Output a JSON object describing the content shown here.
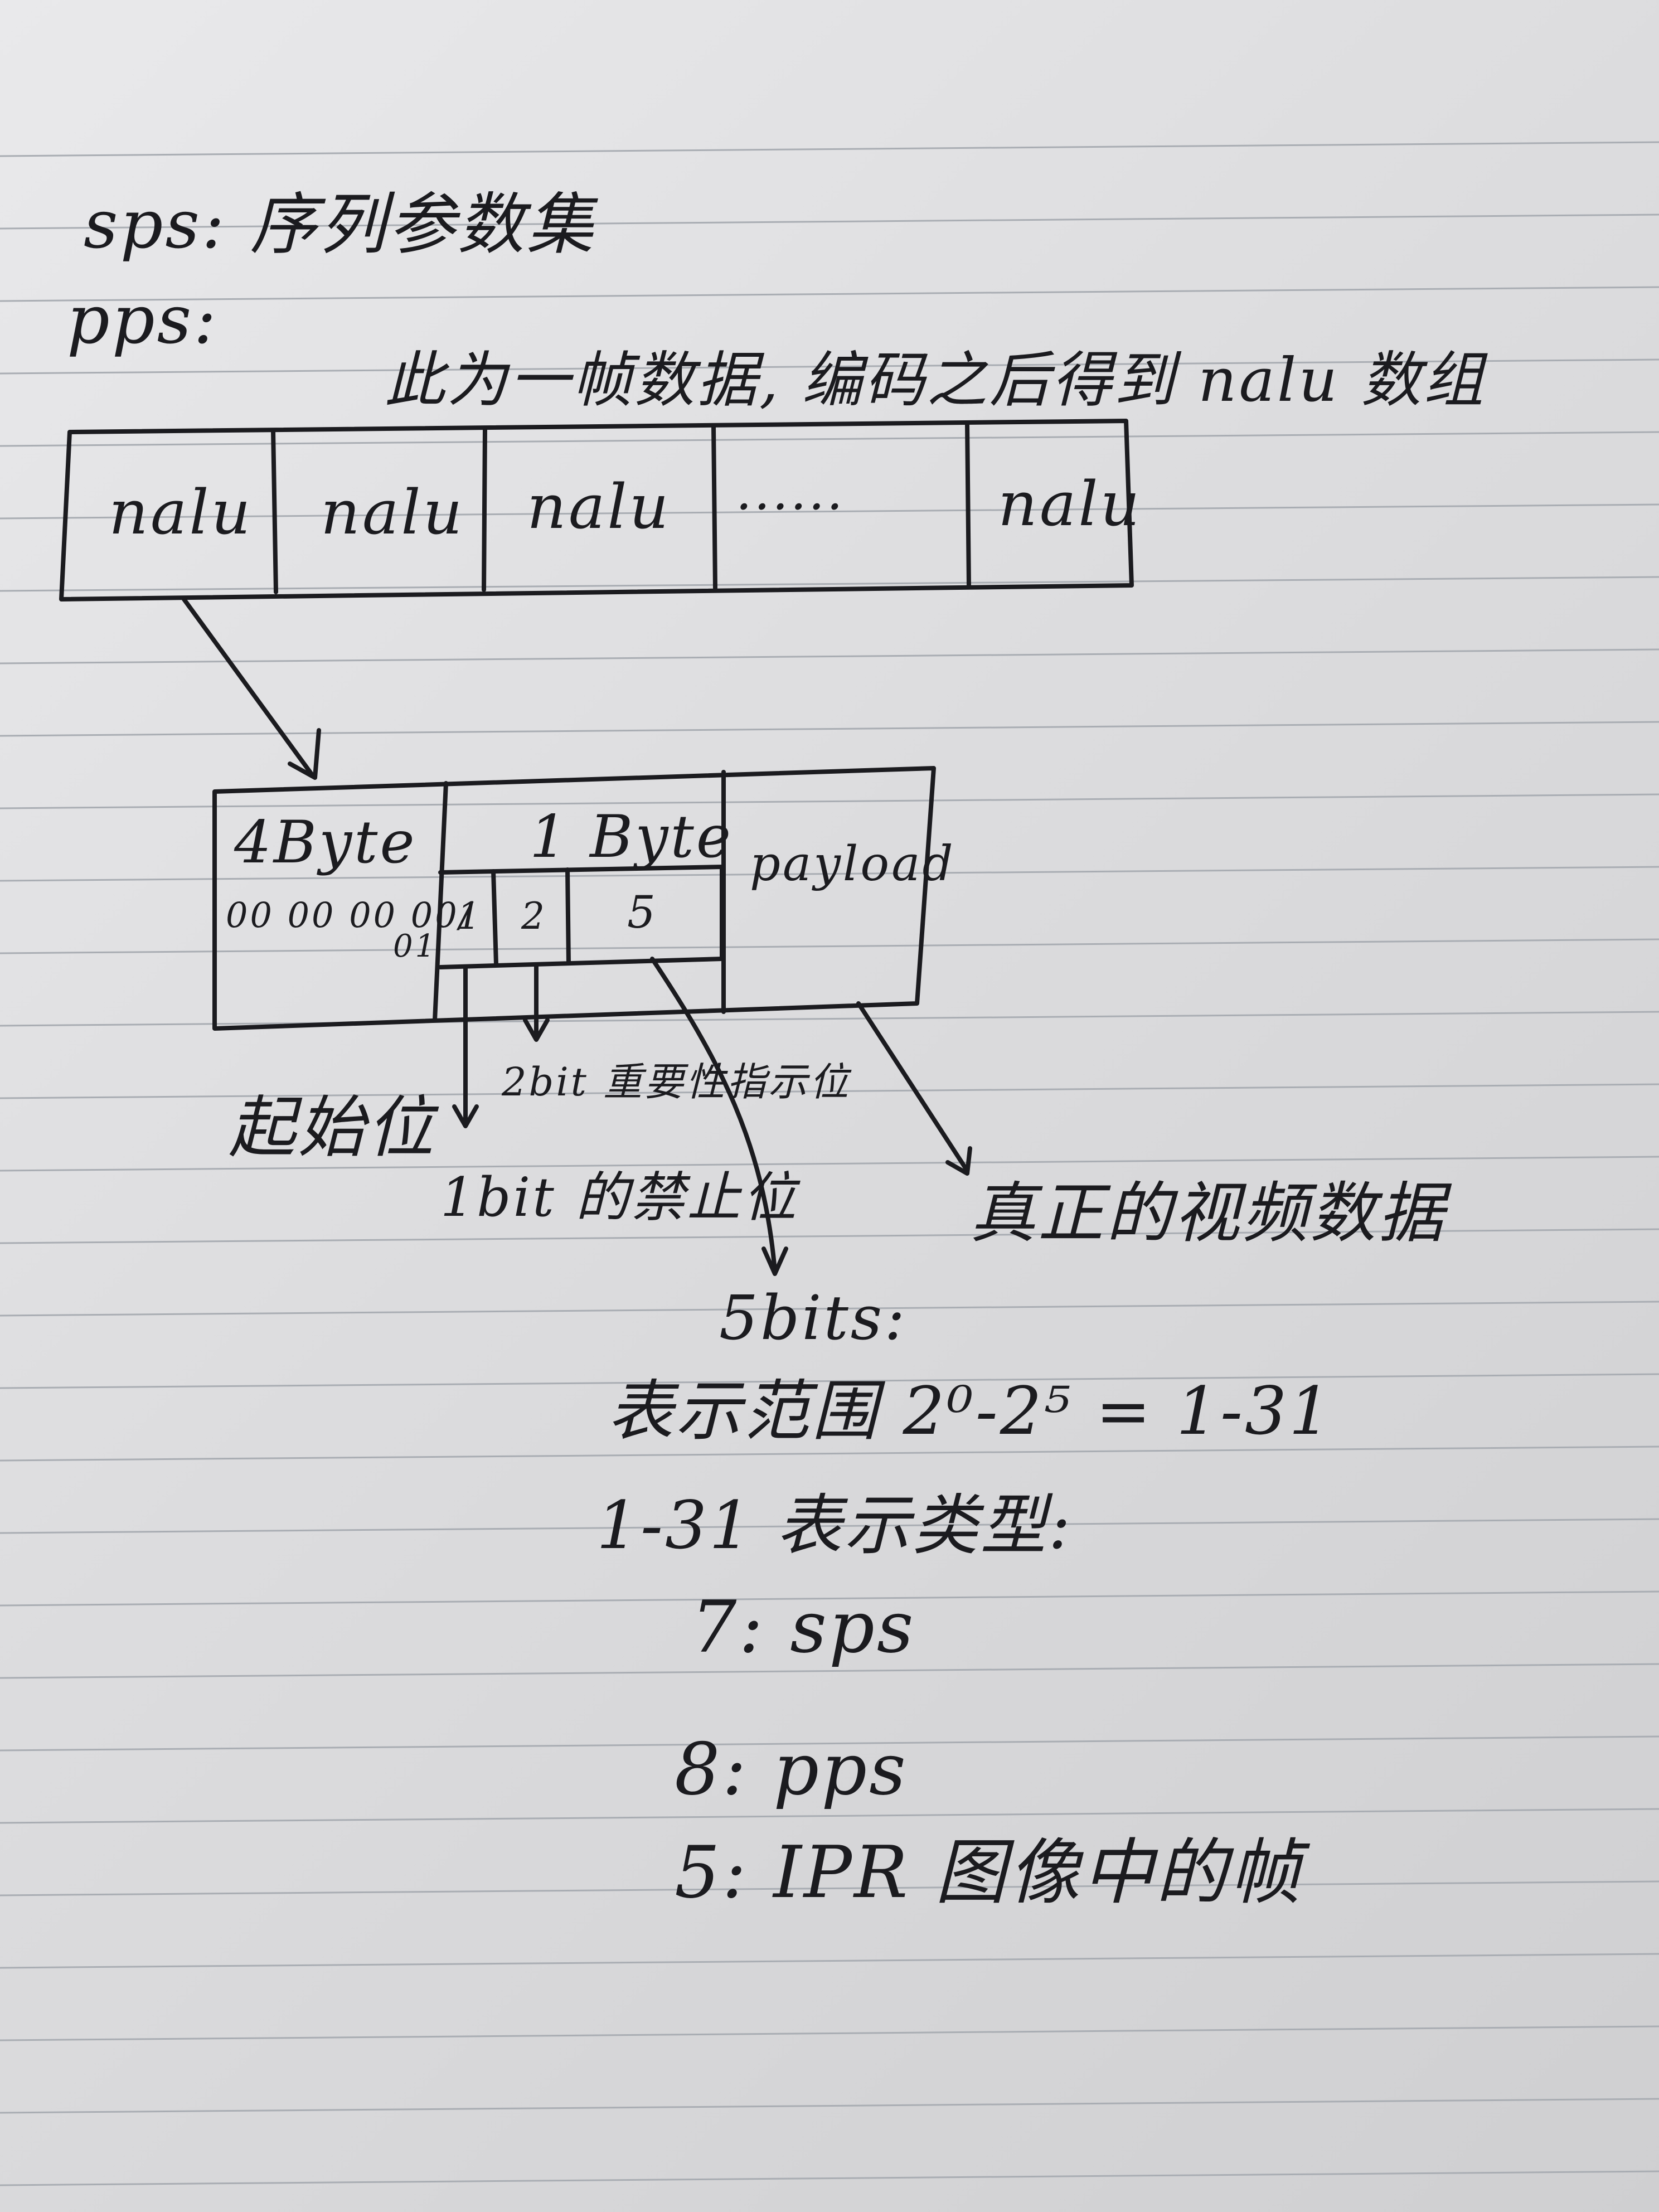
{
  "header": {
    "sps_line": "sps: 序列参数集",
    "pps_line": "pps:"
  },
  "frame": {
    "caption": "此为一帧数据, 编码之后得到 nalu 数组",
    "cells": [
      "nalu",
      "nalu",
      "nalu",
      "......",
      "nalu"
    ]
  },
  "nalu_struct": {
    "start_bytes": "4Byte",
    "start_value_main": "00 00 00 00/",
    "start_value_tail": "01",
    "header_bytes": "1 Byte",
    "header_bits": [
      "1",
      "2",
      "5"
    ],
    "payload": "payload"
  },
  "annotations": {
    "start_code": "起始位",
    "bit1": "1bit 的禁止位",
    "bit2": "2bit 重要性指示位",
    "payload_note": "真正的视频数据"
  },
  "bits5": {
    "heading": "5bits:",
    "range": "表示范围 2⁰-2⁵ = 1-31",
    "types_heading": "1-31 表示类型:",
    "types": [
      "7: sps",
      "8: pps",
      "5: IPR 图像中的帧"
    ]
  }
}
